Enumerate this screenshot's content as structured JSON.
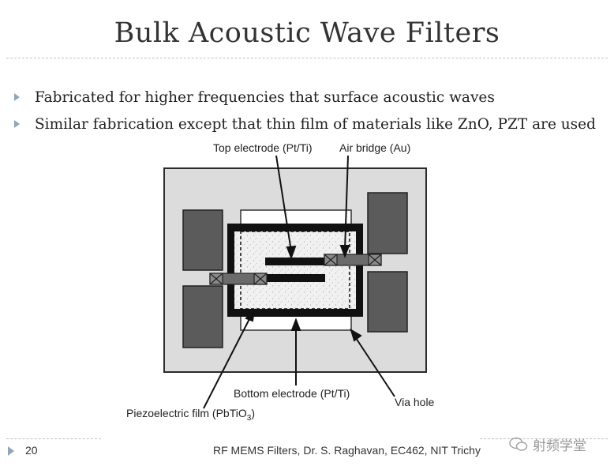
{
  "slide": {
    "title": "Bulk Acoustic Wave Filters",
    "bullets": [
      "Fabricated for higher frequencies that surface acoustic waves",
      "Similar fabrication except that thin film of materials like ZnO, PZT are used"
    ]
  },
  "diagram": {
    "labels": {
      "top_electrode": "Top electrode (Pt/Ti)",
      "air_bridge": "Air bridge (Au)",
      "bottom_electrode": "Bottom electrode (Pt/Ti)",
      "via_hole": "Via hole",
      "piezo_main": "Piezoelectric film (PbTiO",
      "piezo_sub": "3",
      "piezo_close": ")"
    }
  },
  "footer": {
    "page_number": "20",
    "text": "RF MEMS Filters, Dr. S. Raghavan, EC462, NIT Trichy",
    "watermark": "射频学堂"
  },
  "colors": {
    "marker": "#8fa6be",
    "rule": "#b8c2cf"
  }
}
